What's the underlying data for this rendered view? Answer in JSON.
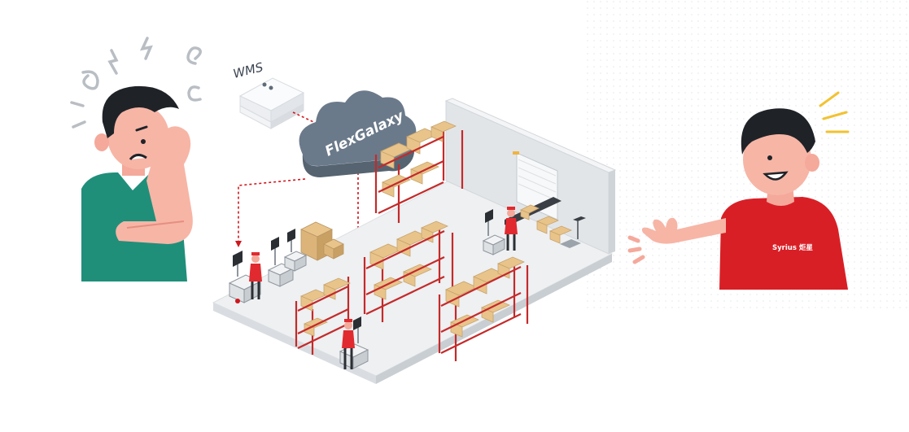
{
  "wms": {
    "label": "WMS"
  },
  "cloud": {
    "label": "FlexGalaxy"
  },
  "shirt": {
    "brand": "Syrius 炬星"
  },
  "colors": {
    "brand_red": "#e02a2f",
    "shirt_red": "#d91f26",
    "teal_shirt": "#1f8f7a",
    "cloud": "#6b7a8a",
    "cloud_dark": "#566471",
    "rack_red": "#c42a2a",
    "box": "#e8c48b",
    "floor": "#eef0f2",
    "wall": "#e2e5e8",
    "dash": "#d0161c"
  },
  "icons": [
    "confused-person-icon",
    "happy-person-icon",
    "server-icon",
    "cloud-icon",
    "robot-icon",
    "shelf-icon",
    "box-icon",
    "conveyor-icon"
  ]
}
